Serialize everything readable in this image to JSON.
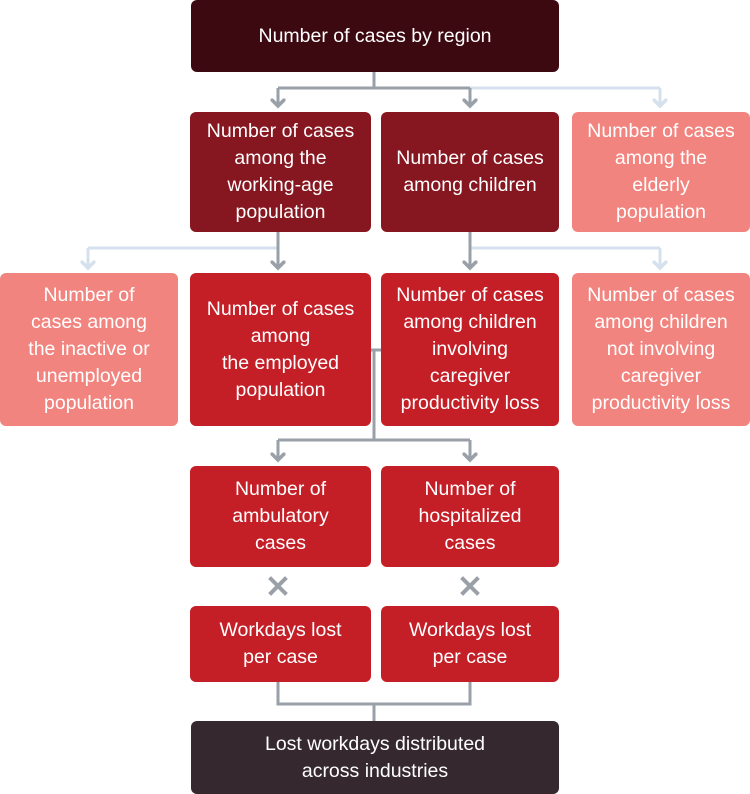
{
  "colors": {
    "top": "#3d0911",
    "dark_red": "#86161f",
    "red": "#c41f27",
    "light_red": "#f2847f",
    "bottom": "#35282e",
    "connector": "#9aa0a8",
    "connector_light": "#d5e1ec"
  },
  "nodes": {
    "region": "Number of cases by region",
    "working_age": "Number of cases\namong the\nworking-age\npopulation",
    "children": "Number of cases\namong children",
    "elderly": "Number of cases\namong the\nelderly\npopulation",
    "inactive": "Number of\ncases among\nthe inactive or\nunemployed\npopulation",
    "employed": "Number of cases\namong\nthe employed\npopulation",
    "children_caregiver": "Number of cases\namong children\ninvolving\ncaregiver\nproductivity loss",
    "children_no_caregiver": "Number of cases\namong children\nnot involving\ncaregiver\nproductivity loss",
    "ambulatory": "Number of\nambulatory\ncases",
    "hospitalized": "Number of\nhospitalized\ncases",
    "workdays_left": "Workdays lost\nper case",
    "workdays_right": "Workdays lost\nper case",
    "result": "Lost workdays distributed\nacross industries"
  },
  "operators": {
    "multiply_icon": "times-icon"
  }
}
